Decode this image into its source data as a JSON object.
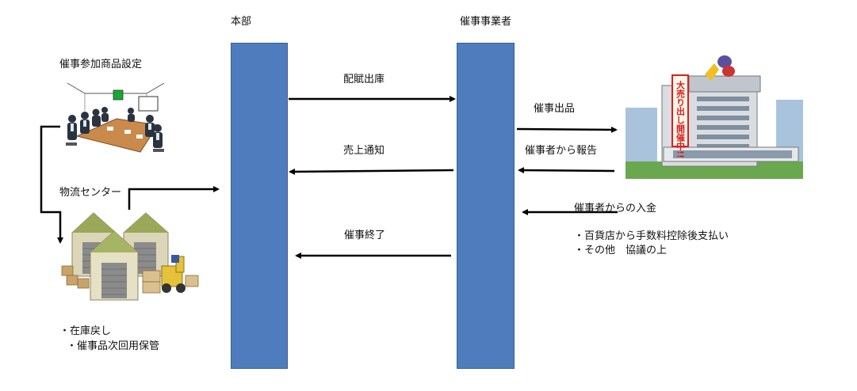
{
  "columns": {
    "headquarters": "本部",
    "event_operator": "催事事業者"
  },
  "left": {
    "meeting_title": "催事参加商品設定",
    "warehouse_title": "物流センター",
    "notes": [
      "・在庫戻し",
      "・催事品次回用保管"
    ]
  },
  "flows": {
    "ship_out": "配賦出庫",
    "sales_notice": "売上通知",
    "event_end": "催事終了",
    "event_listing": "催事出品",
    "report": "催事者から報告",
    "payment": "催事者からの入金"
  },
  "payment_notes": [
    "・百貨店から手数料控除後支払い",
    "・その他　協議の上"
  ],
  "store": {
    "banner": "大売り出し開催中!!"
  },
  "colors": {
    "bar": "#4f7cbc",
    "arrow": "#000000"
  }
}
